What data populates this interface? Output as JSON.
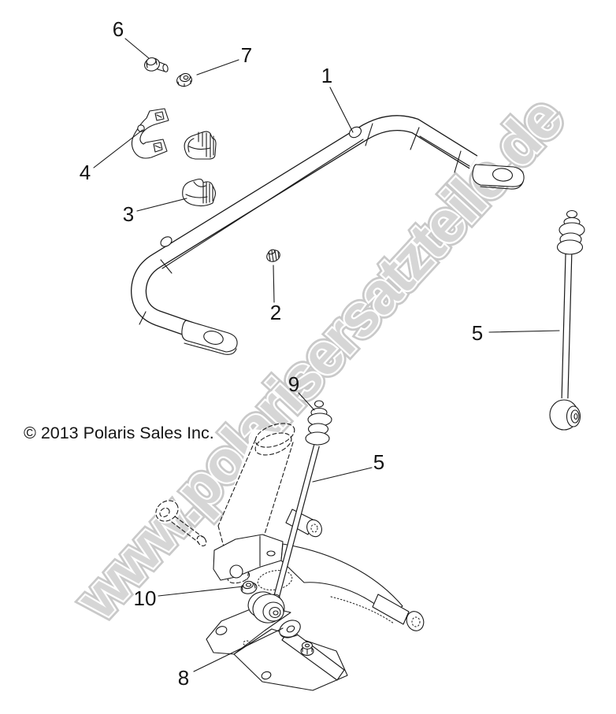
{
  "watermark": {
    "text": "www.polarisersatzteile.de"
  },
  "copyright": {
    "text": "© 2013 Polaris Sales Inc."
  },
  "colors": {
    "background": "#ffffff",
    "line": "#1a1a1a",
    "watermark_fill": "#d6d6d6",
    "watermark_outline": "#c9c9c9",
    "watermark_halo": "#ffffff",
    "label_text": "#141414"
  },
  "callouts": {
    "c1": "1",
    "c2": "2",
    "c3": "3",
    "c4": "4",
    "c5_right": "5",
    "c5_lower": "5",
    "c6": "6",
    "c7": "7",
    "c8": "8",
    "c9": "9",
    "c10": "10"
  }
}
